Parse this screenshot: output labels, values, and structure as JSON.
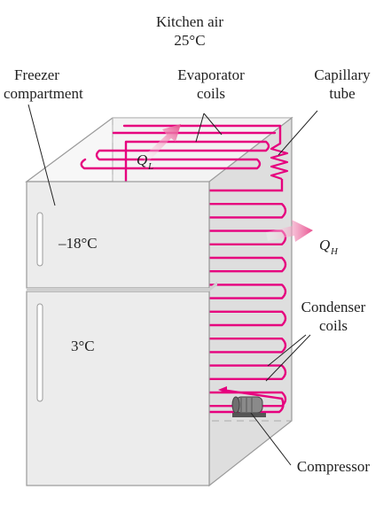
{
  "labels": {
    "kitchen_air_line1": "Kitchen air",
    "kitchen_air_line2": "25°C",
    "freezer_line1": "Freezer",
    "freezer_line2": "compartment",
    "evaporator_line1": "Evaporator",
    "evaporator_line2": "coils",
    "capillary_line1": "Capillary",
    "capillary_line2": "tube",
    "freezer_temp": "–18°C",
    "fridge_temp": "3°C",
    "condenser_line1": "Condenser",
    "condenser_line2": "coils",
    "compressor": "Compressor",
    "q_low_main": "Q",
    "q_low_sub": "L",
    "q_high_main": "Q",
    "q_high_sub": "H"
  },
  "colors": {
    "refrigerant": "#e6007e",
    "heat_arrow": "#e8508f",
    "cabinet_front": "#eeeeee",
    "cabinet_side": "#dcdcdc",
    "cabinet_back": "#f4f4f4",
    "outline": "#9a9a9a"
  }
}
